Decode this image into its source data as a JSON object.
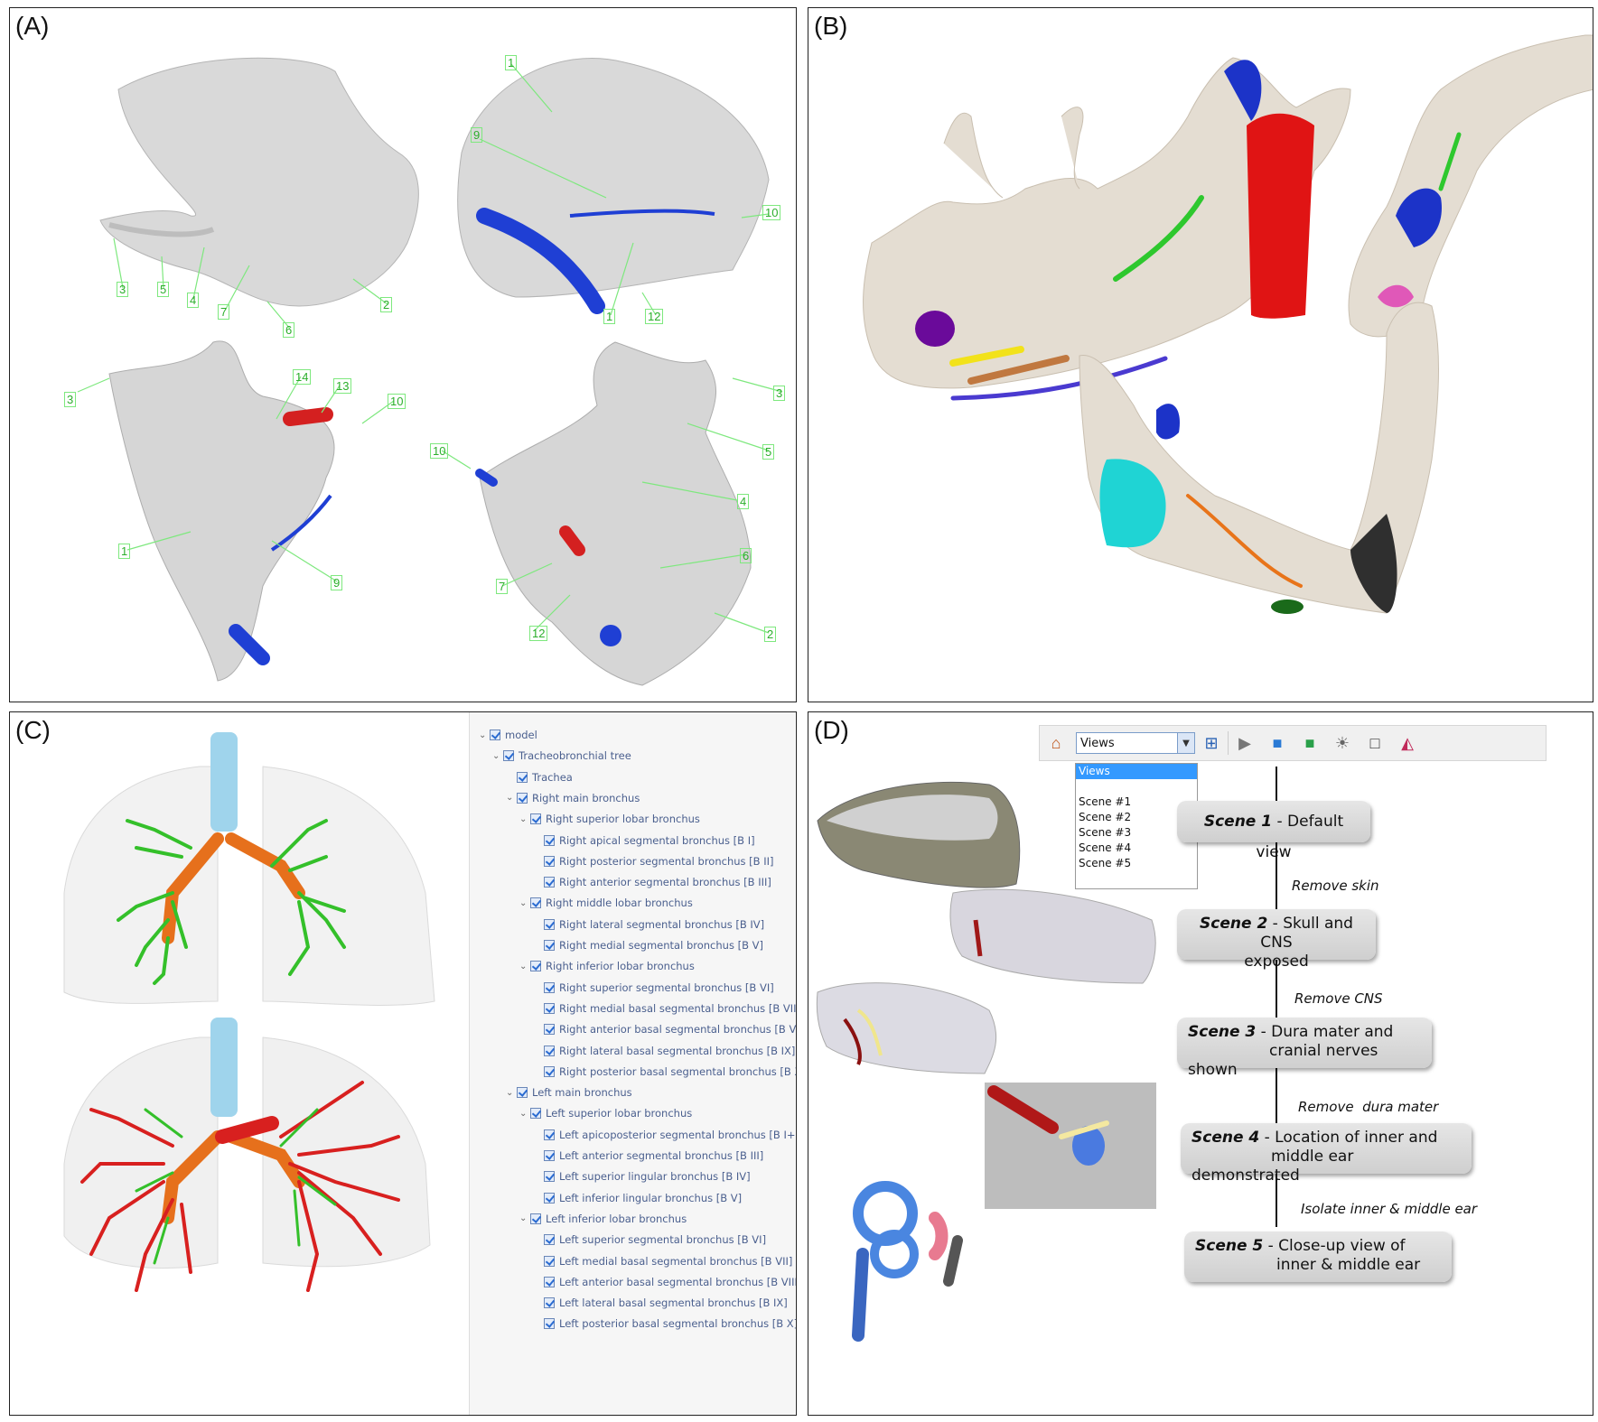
{
  "panels": {
    "a": {
      "label": "(A)"
    },
    "b": {
      "label": "(B)"
    },
    "c": {
      "label": "(C)"
    },
    "d": {
      "label": "(D)"
    }
  },
  "panel_a_numbers": [
    "3",
    "5",
    "4",
    "7",
    "6",
    "2",
    "1",
    "9",
    "10",
    "1",
    "12",
    "3",
    "14",
    "13",
    "10",
    "1",
    "9",
    "3",
    "5",
    "10",
    "4",
    "6",
    "7",
    "12",
    "2"
  ],
  "panel_c_tree": [
    {
      "label": "model",
      "level": 0
    },
    {
      "label": "Tracheobronchial tree",
      "level": 1
    },
    {
      "label": "Trachea",
      "level": 2
    },
    {
      "label": "Right main bronchus",
      "level": 2
    },
    {
      "label": "Right superior lobar bronchus",
      "level": 3
    },
    {
      "label": "Right apical segmental bronchus [B I]",
      "level": 4
    },
    {
      "label": "Right posterior segmental bronchus [B II]",
      "level": 4
    },
    {
      "label": "Right anterior segmental bronchus [B III]",
      "level": 4
    },
    {
      "label": "Right middle lobar bronchus",
      "level": 3
    },
    {
      "label": "Right lateral segmental bronchus [B IV]",
      "level": 4
    },
    {
      "label": "Right medial segmental bronchus [B V]",
      "level": 4
    },
    {
      "label": "Right inferior lobar bronchus",
      "level": 3
    },
    {
      "label": "Right superior segmental bronchus [B VI]",
      "level": 4
    },
    {
      "label": "Right medial basal segmental bronchus [B VII]",
      "level": 4
    },
    {
      "label": "Right anterior basal segmental bronchus [B VIII]",
      "level": 4
    },
    {
      "label": "Right lateral basal segmental bronchus [B IX]",
      "level": 4
    },
    {
      "label": "Right posterior basal segmental bronchus [B X]",
      "level": 4
    },
    {
      "label": "Left main bronchus",
      "level": 2
    },
    {
      "label": "Left superior lobar bronchus",
      "level": 3
    },
    {
      "label": "Left apicoposterior segmental bronchus [B I+II]",
      "level": 4
    },
    {
      "label": "Left anterior segmental bronchus [B III]",
      "level": 4
    },
    {
      "label": "Left superior lingular bronchus [B IV]",
      "level": 4
    },
    {
      "label": "Left inferior lingular bronchus [B V]",
      "level": 4
    },
    {
      "label": "Left inferior lobar bronchus",
      "level": 3
    },
    {
      "label": "Left superior segmental bronchus [B VI]",
      "level": 4
    },
    {
      "label": "Left medial basal segmental bronchus [B VII]",
      "level": 4
    },
    {
      "label": "Left anterior basal segmental bronchus [B VIII]",
      "level": 4
    },
    {
      "label": "Left lateral basal segmental bronchus [B IX]",
      "level": 4
    },
    {
      "label": "Left posterior basal segmental bronchus [B X]",
      "level": 4
    }
  ],
  "panel_d": {
    "views_select": "Views",
    "views_options": [
      "Views",
      "",
      "Scene #1",
      "Scene #2",
      "Scene #3",
      "Scene #4",
      "Scene #5"
    ],
    "scenes": [
      {
        "name": "Scene 1",
        "desc": " - Default view",
        "desc2": ""
      },
      {
        "name": "Scene 2",
        "desc": " - Skull and CNS",
        "desc2": "exposed"
      },
      {
        "name": "Scene 3",
        "desc": " - Dura mater and",
        "desc2": "cranial nerves shown"
      },
      {
        "name": "Scene 4",
        "desc": " - Location of inner and",
        "desc2": "middle ear demonstrated"
      },
      {
        "name": "Scene 5",
        "desc": " - Close-up view of",
        "desc2": "inner & middle ear"
      }
    ],
    "transitions": [
      "Remove skin",
      "Remove CNS",
      "Remove  dura mater",
      "Isolate inner & middle ear"
    ]
  },
  "colors": {
    "bone": "#e4ddd2",
    "callout_green": "#2cae2c",
    "trachea_blue": "#9fd4ec",
    "bronchus_orange": "#e6701c",
    "segment_green": "#34c02a",
    "vessel_red": "#d8201f"
  }
}
